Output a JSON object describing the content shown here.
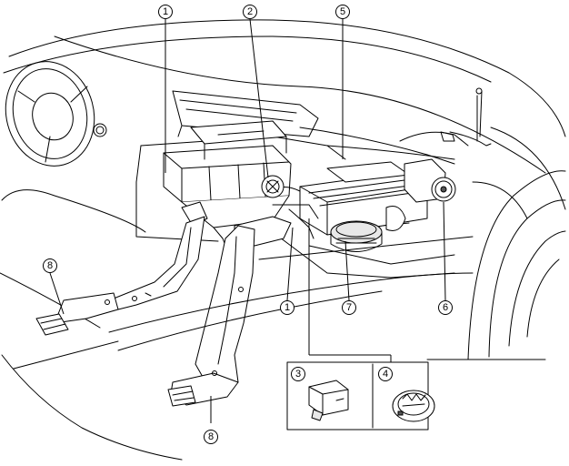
{
  "callouts": [
    {
      "id": "c1a",
      "label": "1"
    },
    {
      "id": "c2",
      "label": "2"
    },
    {
      "id": "c5",
      "label": "5"
    },
    {
      "id": "c8a",
      "label": "8"
    },
    {
      "id": "c1b",
      "label": "1"
    },
    {
      "id": "c7",
      "label": "7"
    },
    {
      "id": "c6",
      "label": "6"
    },
    {
      "id": "c3",
      "label": "3"
    },
    {
      "id": "c4",
      "label": "4"
    },
    {
      "id": "c8b",
      "label": "8"
    }
  ]
}
